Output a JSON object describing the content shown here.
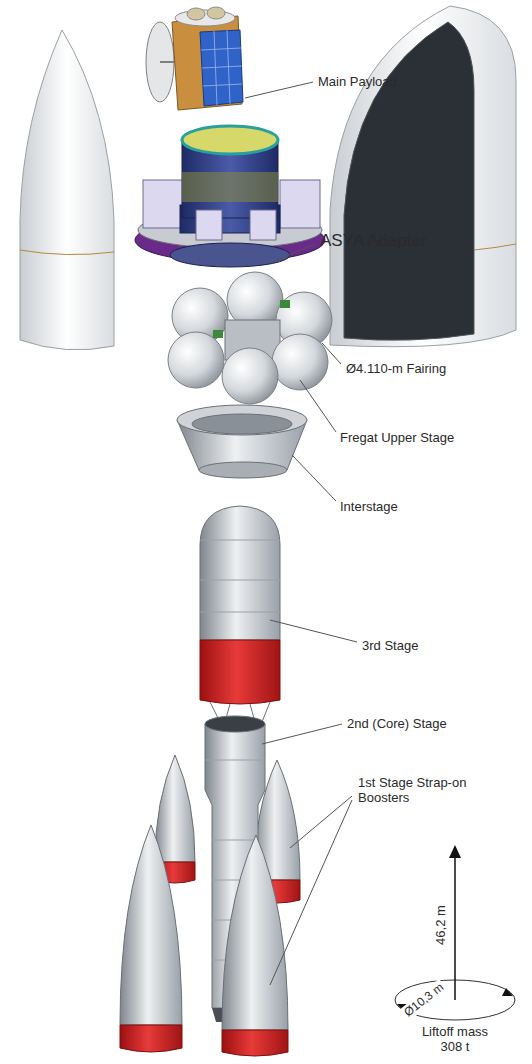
{
  "diagram": {
    "labels": [
      "Main Payload",
      "ASYA Adapter",
      "Ø4.110-m Fairing",
      "Fregat Upper Stage",
      "Interstage",
      "3rd Stage",
      "2nd (Core) Stage",
      "1st Stage Strap-on Boosters",
      "46,2 m",
      "Ø10,3 m",
      "Liftoff mass 308 t"
    ]
  }
}
